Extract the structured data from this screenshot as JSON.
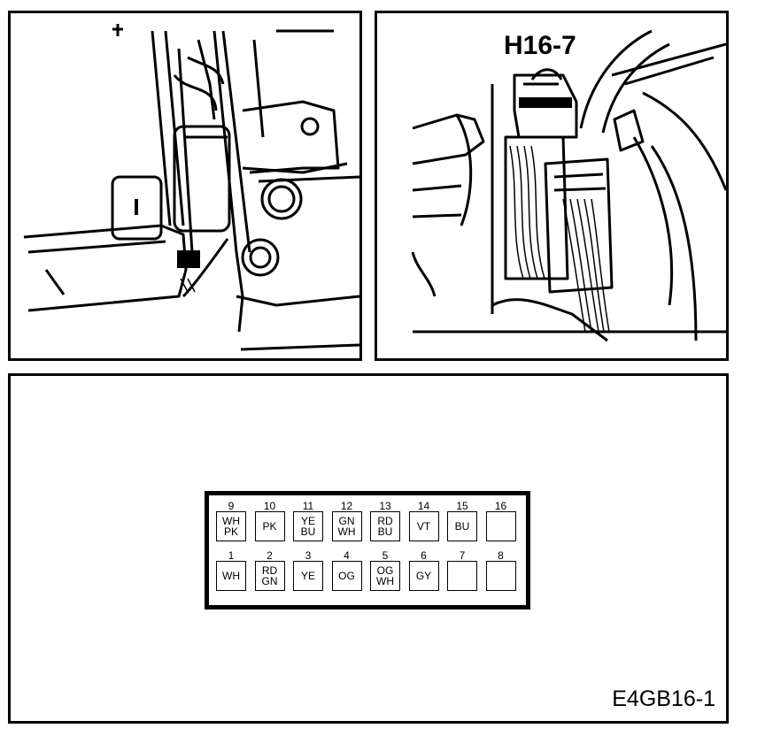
{
  "callout_label": "H16-7",
  "figure_id": "E4GB16-1",
  "connector": {
    "top_row": [
      {
        "pin": "9",
        "colors": [
          "WH",
          "PK"
        ]
      },
      {
        "pin": "10",
        "colors": [
          "PK"
        ]
      },
      {
        "pin": "11",
        "colors": [
          "YE",
          "BU"
        ]
      },
      {
        "pin": "12",
        "colors": [
          "GN",
          "WH"
        ]
      },
      {
        "pin": "13",
        "colors": [
          "RD",
          "BU"
        ]
      },
      {
        "pin": "14",
        "colors": [
          "VT"
        ]
      },
      {
        "pin": "15",
        "colors": [
          "BU"
        ]
      },
      {
        "pin": "16",
        "colors": []
      }
    ],
    "bottom_row": [
      {
        "pin": "1",
        "colors": [
          "WH"
        ]
      },
      {
        "pin": "2",
        "colors": [
          "RD",
          "GN"
        ]
      },
      {
        "pin": "3",
        "colors": [
          "YE"
        ]
      },
      {
        "pin": "4",
        "colors": [
          "OG"
        ]
      },
      {
        "pin": "5",
        "colors": [
          "OG",
          "WH"
        ]
      },
      {
        "pin": "6",
        "colors": [
          "GY"
        ]
      },
      {
        "pin": "7",
        "colors": []
      },
      {
        "pin": "8",
        "colors": []
      }
    ]
  }
}
